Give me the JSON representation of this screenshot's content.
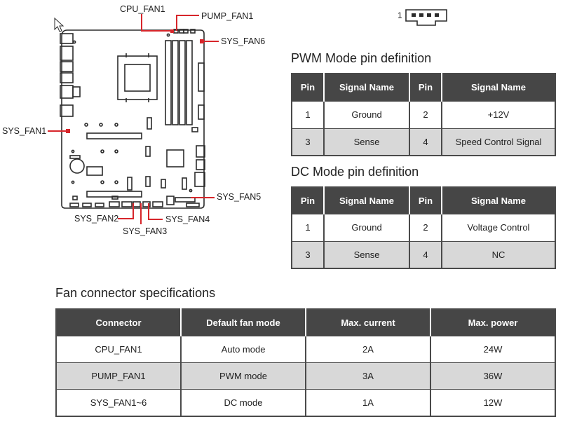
{
  "diagram": {
    "labels": {
      "cpu_fan1": "CPU_FAN1",
      "pump_fan1": "PUMP_FAN1",
      "sys_fan6": "SYS_FAN6",
      "sys_fan1": "SYS_FAN1",
      "sys_fan5": "SYS_FAN5",
      "sys_fan2": "SYS_FAN2",
      "sys_fan4": "SYS_FAN4",
      "sys_fan3": "SYS_FAN3"
    },
    "pin_one_label": "1",
    "accent_color": "#d7262b"
  },
  "pwm": {
    "title": "PWM Mode pin definition",
    "headers": [
      "Pin",
      "Signal Name",
      "Pin",
      "Signal Name"
    ],
    "rows": [
      [
        "1",
        "Ground",
        "2",
        "+12V"
      ],
      [
        "3",
        "Sense",
        "4",
        "Speed Control Signal"
      ]
    ]
  },
  "dc": {
    "title": "DC Mode pin definition",
    "headers": [
      "Pin",
      "Signal Name",
      "Pin",
      "Signal Name"
    ],
    "rows": [
      [
        "1",
        "Ground",
        "2",
        "Voltage Control"
      ],
      [
        "3",
        "Sense",
        "4",
        "NC"
      ]
    ]
  },
  "fan_spec": {
    "title": "Fan connector specifications",
    "headers": [
      "Connector",
      "Default fan mode",
      "Max. current",
      "Max. power"
    ],
    "rows": [
      [
        "CPU_FAN1",
        "Auto mode",
        "2A",
        "24W"
      ],
      [
        "PUMP_FAN1",
        "PWM mode",
        "3A",
        "36W"
      ],
      [
        "SYS_FAN1~6",
        "DC mode",
        "1A",
        "12W"
      ]
    ]
  }
}
